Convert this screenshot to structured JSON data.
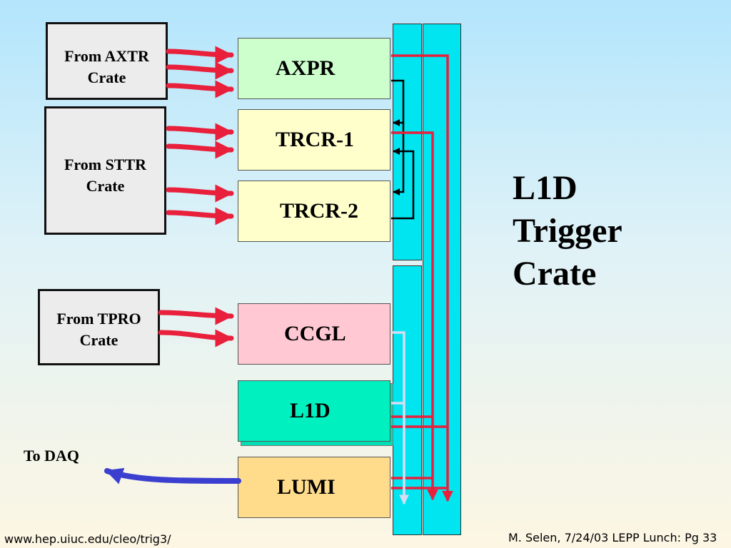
{
  "sources": {
    "axtr": "From AXTR\nCrate",
    "sttr": "From STTR\nCrate",
    "tpro": "From TPRO\nCrate"
  },
  "modules": {
    "axpr": "AXPR",
    "trcr1": "TRCR-1",
    "trcr2": "TRCR-2",
    "ccgl": "CCGL",
    "l1d": "L1D",
    "lumi": "LUMI"
  },
  "title": [
    "L1D",
    "Trigger",
    "Crate"
  ],
  "to_daq": "To DAQ",
  "footer": {
    "url": "www.hep.uiuc.edu/cleo/trig3/",
    "credit": "M. Selen, 7/24/03 LEPP Lunch: Pg 33"
  },
  "colors": {
    "signal_arrow": "#e8203c",
    "daq_arrow": "#3a3fd0",
    "bus": "#00e5f0",
    "ccgl_line": "#d7dcf5",
    "axpr": "#ccffcc",
    "trcr": "#ffffcc",
    "ccgl": "#ffc8d2",
    "l1d": "#00f0c0",
    "lumi": "#ffdc8c"
  }
}
